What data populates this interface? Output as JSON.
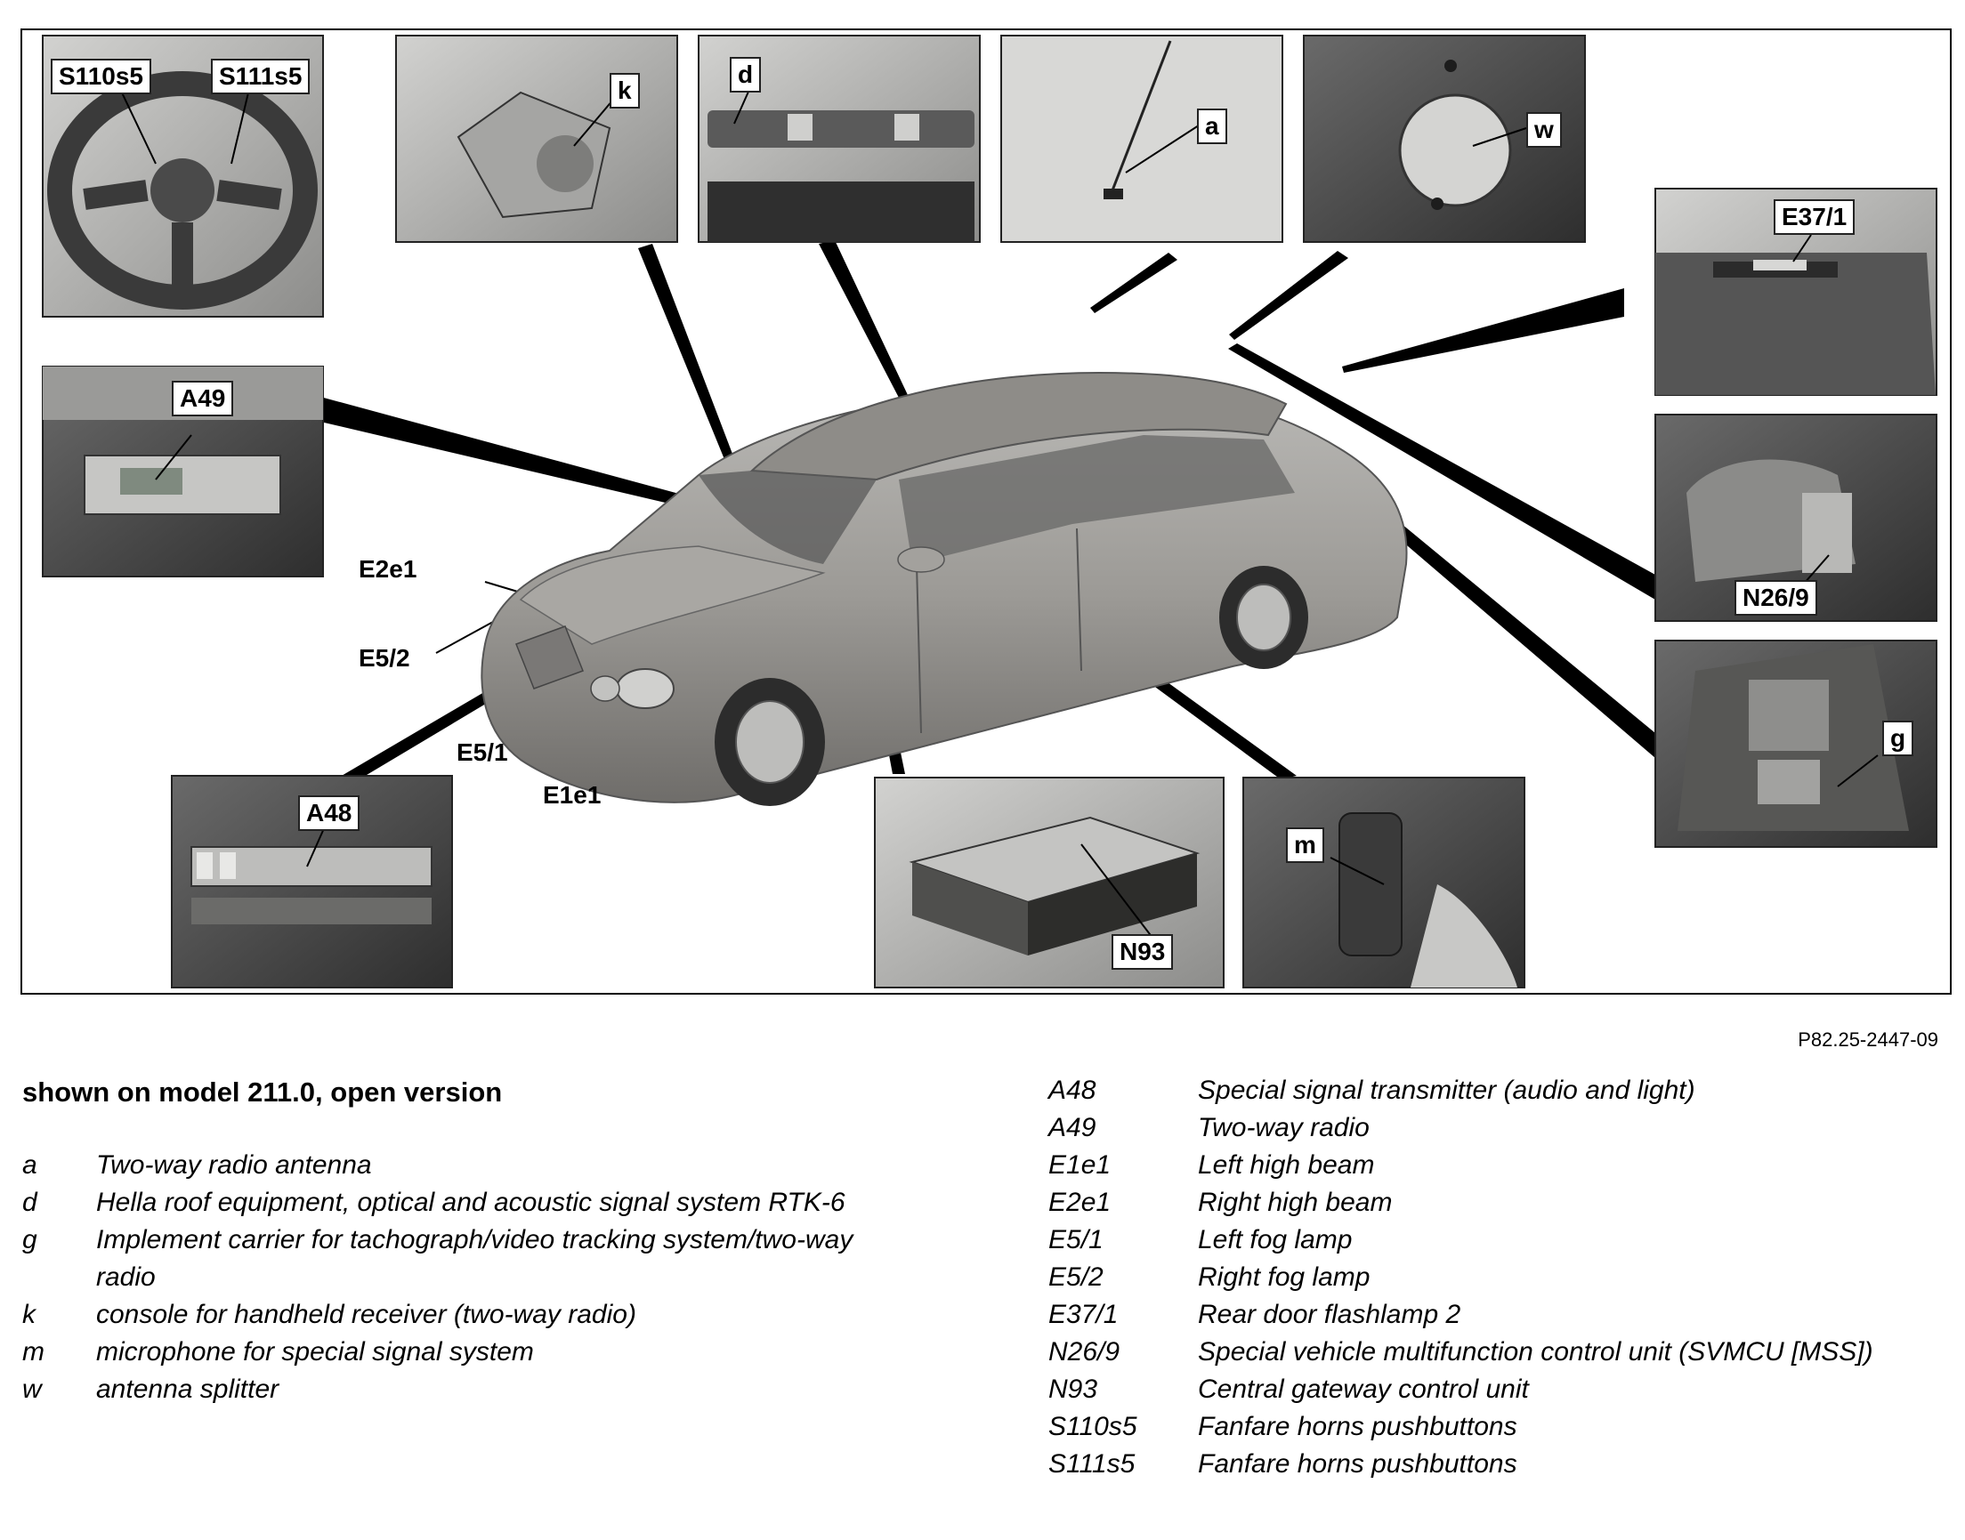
{
  "figure": {
    "callouts": {
      "S110s5": "S110s5",
      "S111s5": "S111s5",
      "k": "k",
      "d": "d",
      "a": "a",
      "w": "w",
      "E37_1": "E37/1",
      "A49": "A49",
      "N26_9": "N26/9",
      "g": "g",
      "A48": "A48",
      "N93": "N93",
      "m": "m"
    },
    "car_labels": {
      "E2e1": "E2e1",
      "E5_2": "E5/2",
      "E5_1": "E5/1",
      "E1e1": "E1e1"
    }
  },
  "reference": "P82.25-2447-09",
  "heading": "shown on model 211.0, open version",
  "legend_left": [
    {
      "code": "a",
      "desc": "Two-way radio antenna"
    },
    {
      "code": "d",
      "desc": "Hella roof equipment, optical and acoustic signal system RTK-6"
    },
    {
      "code": "g",
      "desc": "Implement carrier for tachograph/video tracking system/two-way radio"
    },
    {
      "code": "k",
      "desc": "console for handheld receiver (two-way radio)"
    },
    {
      "code": "m",
      "desc": "microphone for special signal system"
    },
    {
      "code": "w",
      "desc": "antenna splitter"
    }
  ],
  "legend_right": [
    {
      "code": "A48",
      "desc": "Special signal transmitter (audio and light)"
    },
    {
      "code": "A49",
      "desc": "Two-way radio"
    },
    {
      "code": "E1e1",
      "desc": "Left high beam"
    },
    {
      "code": "E2e1",
      "desc": "Right high beam"
    },
    {
      "code": "E5/1",
      "desc": "Left fog lamp"
    },
    {
      "code": "E5/2",
      "desc": "Right fog lamp"
    },
    {
      "code": "E37/1",
      "desc": "Rear door flashlamp 2"
    },
    {
      "code": "N26/9",
      "desc": "Special vehicle multifunction control unit (SVMCU [MSS])"
    },
    {
      "code": "N93",
      "desc": "Central gateway control unit"
    },
    {
      "code": "S110s5",
      "desc": "Fanfare horns pushbuttons"
    },
    {
      "code": "S111s5",
      "desc": "Fanfare horns pushbuttons"
    }
  ],
  "colors": {
    "car_body": "#9c9a96",
    "photo_dark": "#4a4a4a",
    "photo_light": "#c9c9c7",
    "leader": "#000000"
  }
}
